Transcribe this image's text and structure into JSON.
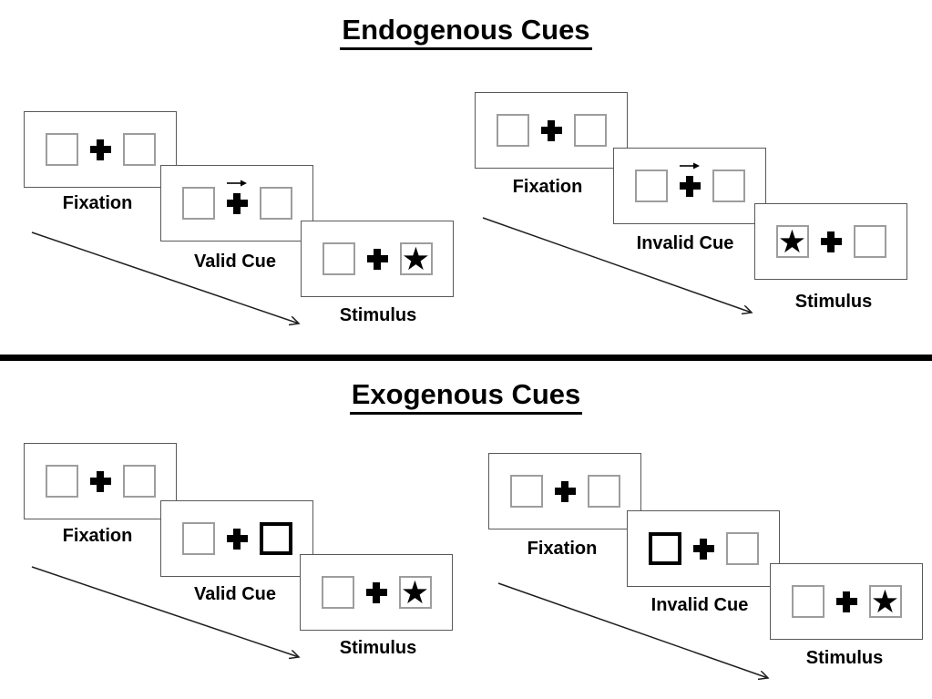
{
  "page": {
    "background": "#ffffff",
    "divider_color": "#000000"
  },
  "colors": {
    "card_border": "#595959",
    "placeholder_box_border": "#9d9d9d",
    "cue_highlight_border": "#000000",
    "text": "#000000"
  },
  "icons": {
    "star": "★",
    "fixation_cross": "plus-cross",
    "cue_arrow": "arrow-right"
  },
  "sections": [
    {
      "title": "Endogenous Cues",
      "panels": [
        {
          "name": "valid",
          "cards": [
            {
              "label": "Fixation",
              "type": "fixation"
            },
            {
              "label": "Valid Cue",
              "type": "arrow-cue",
              "cue_direction": "right"
            },
            {
              "label": "Stimulus",
              "type": "stimulus",
              "star_side": "right"
            }
          ]
        },
        {
          "name": "invalid",
          "cards": [
            {
              "label": "Fixation",
              "type": "fixation"
            },
            {
              "label": "Invalid Cue",
              "type": "arrow-cue",
              "cue_direction": "right"
            },
            {
              "label": "Stimulus",
              "type": "stimulus",
              "star_side": "left"
            }
          ]
        }
      ]
    },
    {
      "title": "Exogenous Cues",
      "panels": [
        {
          "name": "valid",
          "cards": [
            {
              "label": "Fixation",
              "type": "fixation"
            },
            {
              "label": "Valid Cue",
              "type": "box-cue",
              "cue_side": "right"
            },
            {
              "label": "Stimulus",
              "type": "stimulus",
              "star_side": "right"
            }
          ]
        },
        {
          "name": "invalid",
          "cards": [
            {
              "label": "Fixation",
              "type": "fixation"
            },
            {
              "label": "Invalid Cue",
              "type": "box-cue",
              "cue_side": "left"
            },
            {
              "label": "Stimulus",
              "type": "stimulus",
              "star_side": "right"
            }
          ]
        }
      ]
    }
  ]
}
